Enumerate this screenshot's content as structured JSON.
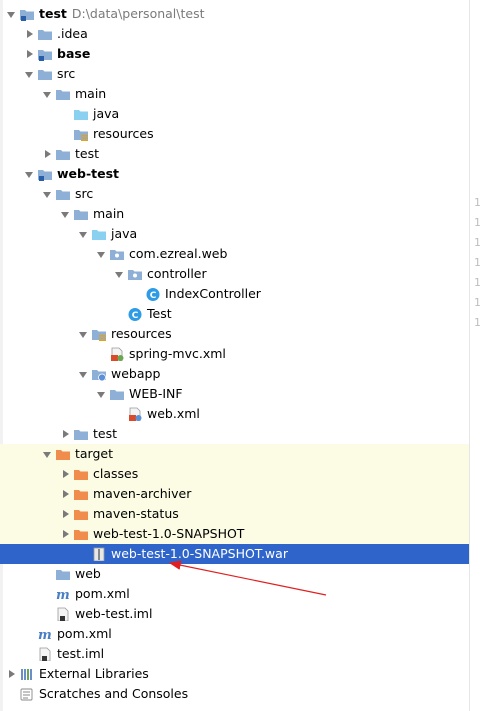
{
  "colors": {
    "selection": "#2f65ca",
    "excluded_bg": "#fcfbe3",
    "folder": "#8fb0d6",
    "folder_source": "#8ad0f0",
    "folder_excluded": "#f08c4c",
    "class_icon": "#2d9be6",
    "annotation_arrow": "#e02020"
  },
  "tree": [
    {
      "text": "test",
      "path": "D:\\data\\personal\\test",
      "bold": true,
      "depth": 0,
      "arrow": "expanded",
      "icon": "module-folder-icon"
    },
    {
      "text": ".idea",
      "depth": 1,
      "arrow": "collapsed",
      "icon": "folder-icon"
    },
    {
      "text": "base",
      "bold": true,
      "depth": 1,
      "arrow": "collapsed",
      "icon": "module-folder-icon"
    },
    {
      "text": "src",
      "depth": 1,
      "arrow": "expanded",
      "icon": "folder-icon"
    },
    {
      "text": "main",
      "depth": 2,
      "arrow": "expanded",
      "icon": "folder-icon"
    },
    {
      "text": "java",
      "depth": 3,
      "arrow": "none",
      "icon": "source-folder-icon"
    },
    {
      "text": "resources",
      "depth": 3,
      "arrow": "none",
      "icon": "resources-folder-icon"
    },
    {
      "text": "test",
      "depth": 2,
      "arrow": "collapsed",
      "icon": "folder-icon"
    },
    {
      "text": "web-test",
      "bold": true,
      "depth": 1,
      "arrow": "expanded",
      "icon": "module-folder-icon"
    },
    {
      "text": "src",
      "depth": 2,
      "arrow": "expanded",
      "icon": "folder-icon"
    },
    {
      "text": "main",
      "depth": 3,
      "arrow": "expanded",
      "icon": "folder-icon"
    },
    {
      "text": "java",
      "depth": 4,
      "arrow": "expanded",
      "icon": "source-folder-icon"
    },
    {
      "text": "com.ezreal.web",
      "depth": 5,
      "arrow": "expanded",
      "icon": "package-icon"
    },
    {
      "text": "controller",
      "depth": 6,
      "arrow": "expanded",
      "icon": "package-icon"
    },
    {
      "text": "IndexController",
      "depth": 7,
      "arrow": "none",
      "icon": "class-icon"
    },
    {
      "text": "Test",
      "depth": 6,
      "arrow": "none",
      "icon": "class-icon"
    },
    {
      "text": "resources",
      "depth": 4,
      "arrow": "expanded",
      "icon": "resources-folder-icon"
    },
    {
      "text": "spring-mvc.xml",
      "depth": 5,
      "arrow": "none",
      "icon": "spring-xml-icon"
    },
    {
      "text": "webapp",
      "depth": 4,
      "arrow": "expanded",
      "icon": "web-folder-icon"
    },
    {
      "text": "WEB-INF",
      "depth": 5,
      "arrow": "expanded",
      "icon": "folder-icon"
    },
    {
      "text": "web.xml",
      "depth": 6,
      "arrow": "none",
      "icon": "web-xml-icon"
    },
    {
      "text": "test",
      "depth": 3,
      "arrow": "collapsed",
      "icon": "folder-icon"
    },
    {
      "text": "target",
      "depth": 2,
      "arrow": "expanded",
      "icon": "excluded-folder-icon",
      "excluded": true
    },
    {
      "text": "classes",
      "depth": 3,
      "arrow": "collapsed",
      "icon": "excluded-folder-icon",
      "excluded": true
    },
    {
      "text": "maven-archiver",
      "depth": 3,
      "arrow": "collapsed",
      "icon": "excluded-folder-icon",
      "excluded": true
    },
    {
      "text": "maven-status",
      "depth": 3,
      "arrow": "collapsed",
      "icon": "excluded-folder-icon",
      "excluded": true
    },
    {
      "text": "web-test-1.0-SNAPSHOT",
      "depth": 3,
      "arrow": "collapsed",
      "icon": "excluded-folder-icon",
      "excluded": true
    },
    {
      "text": "web-test-1.0-SNAPSHOT.war",
      "depth": 4,
      "arrow": "none",
      "icon": "archive-icon",
      "selected": true
    },
    {
      "text": "web",
      "depth": 2,
      "arrow": "none",
      "icon": "folder-icon"
    },
    {
      "text": "pom.xml",
      "depth": 2,
      "arrow": "none",
      "icon": "maven-icon"
    },
    {
      "text": "web-test.iml",
      "depth": 2,
      "arrow": "none",
      "icon": "iml-file-icon"
    },
    {
      "text": "pom.xml",
      "depth": 1,
      "arrow": "none",
      "icon": "maven-icon"
    },
    {
      "text": "test.iml",
      "depth": 1,
      "arrow": "none",
      "icon": "iml-file-icon"
    },
    {
      "text": "External Libraries",
      "depth": 0,
      "arrow": "collapsed",
      "icon": "libraries-icon"
    },
    {
      "text": "Scratches and Consoles",
      "depth": 0,
      "arrow": "none",
      "icon": "scratches-icon"
    }
  ],
  "gutter": [
    "1",
    "1",
    "1",
    "1",
    "1",
    "1",
    "1"
  ]
}
